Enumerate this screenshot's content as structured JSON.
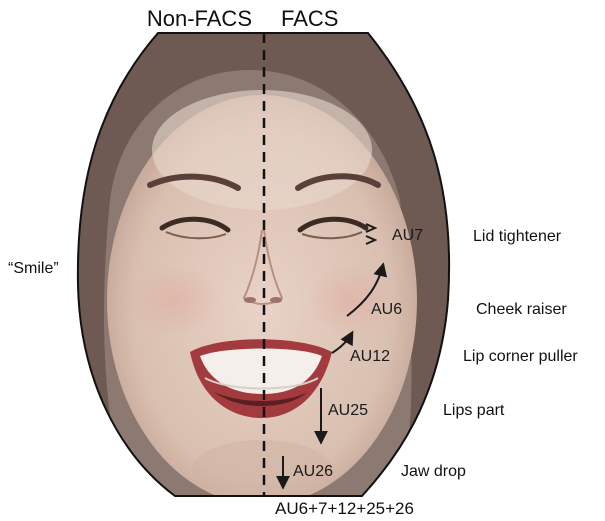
{
  "header": {
    "left": "Non-FACS",
    "right": "FACS"
  },
  "non_facs_label": "“Smile”",
  "action_units": [
    {
      "code": "AU7",
      "description": "Lid tightener"
    },
    {
      "code": "AU6",
      "description": "Cheek raiser"
    },
    {
      "code": "AU12",
      "description": "Lip corner puller"
    },
    {
      "code": "AU25",
      "description": "Lips part"
    },
    {
      "code": "AU26",
      "description": "Jaw drop"
    }
  ],
  "combination": "AU6+7+12+25+26",
  "icons": [
    "face-photo",
    "arrow-icon"
  ]
}
